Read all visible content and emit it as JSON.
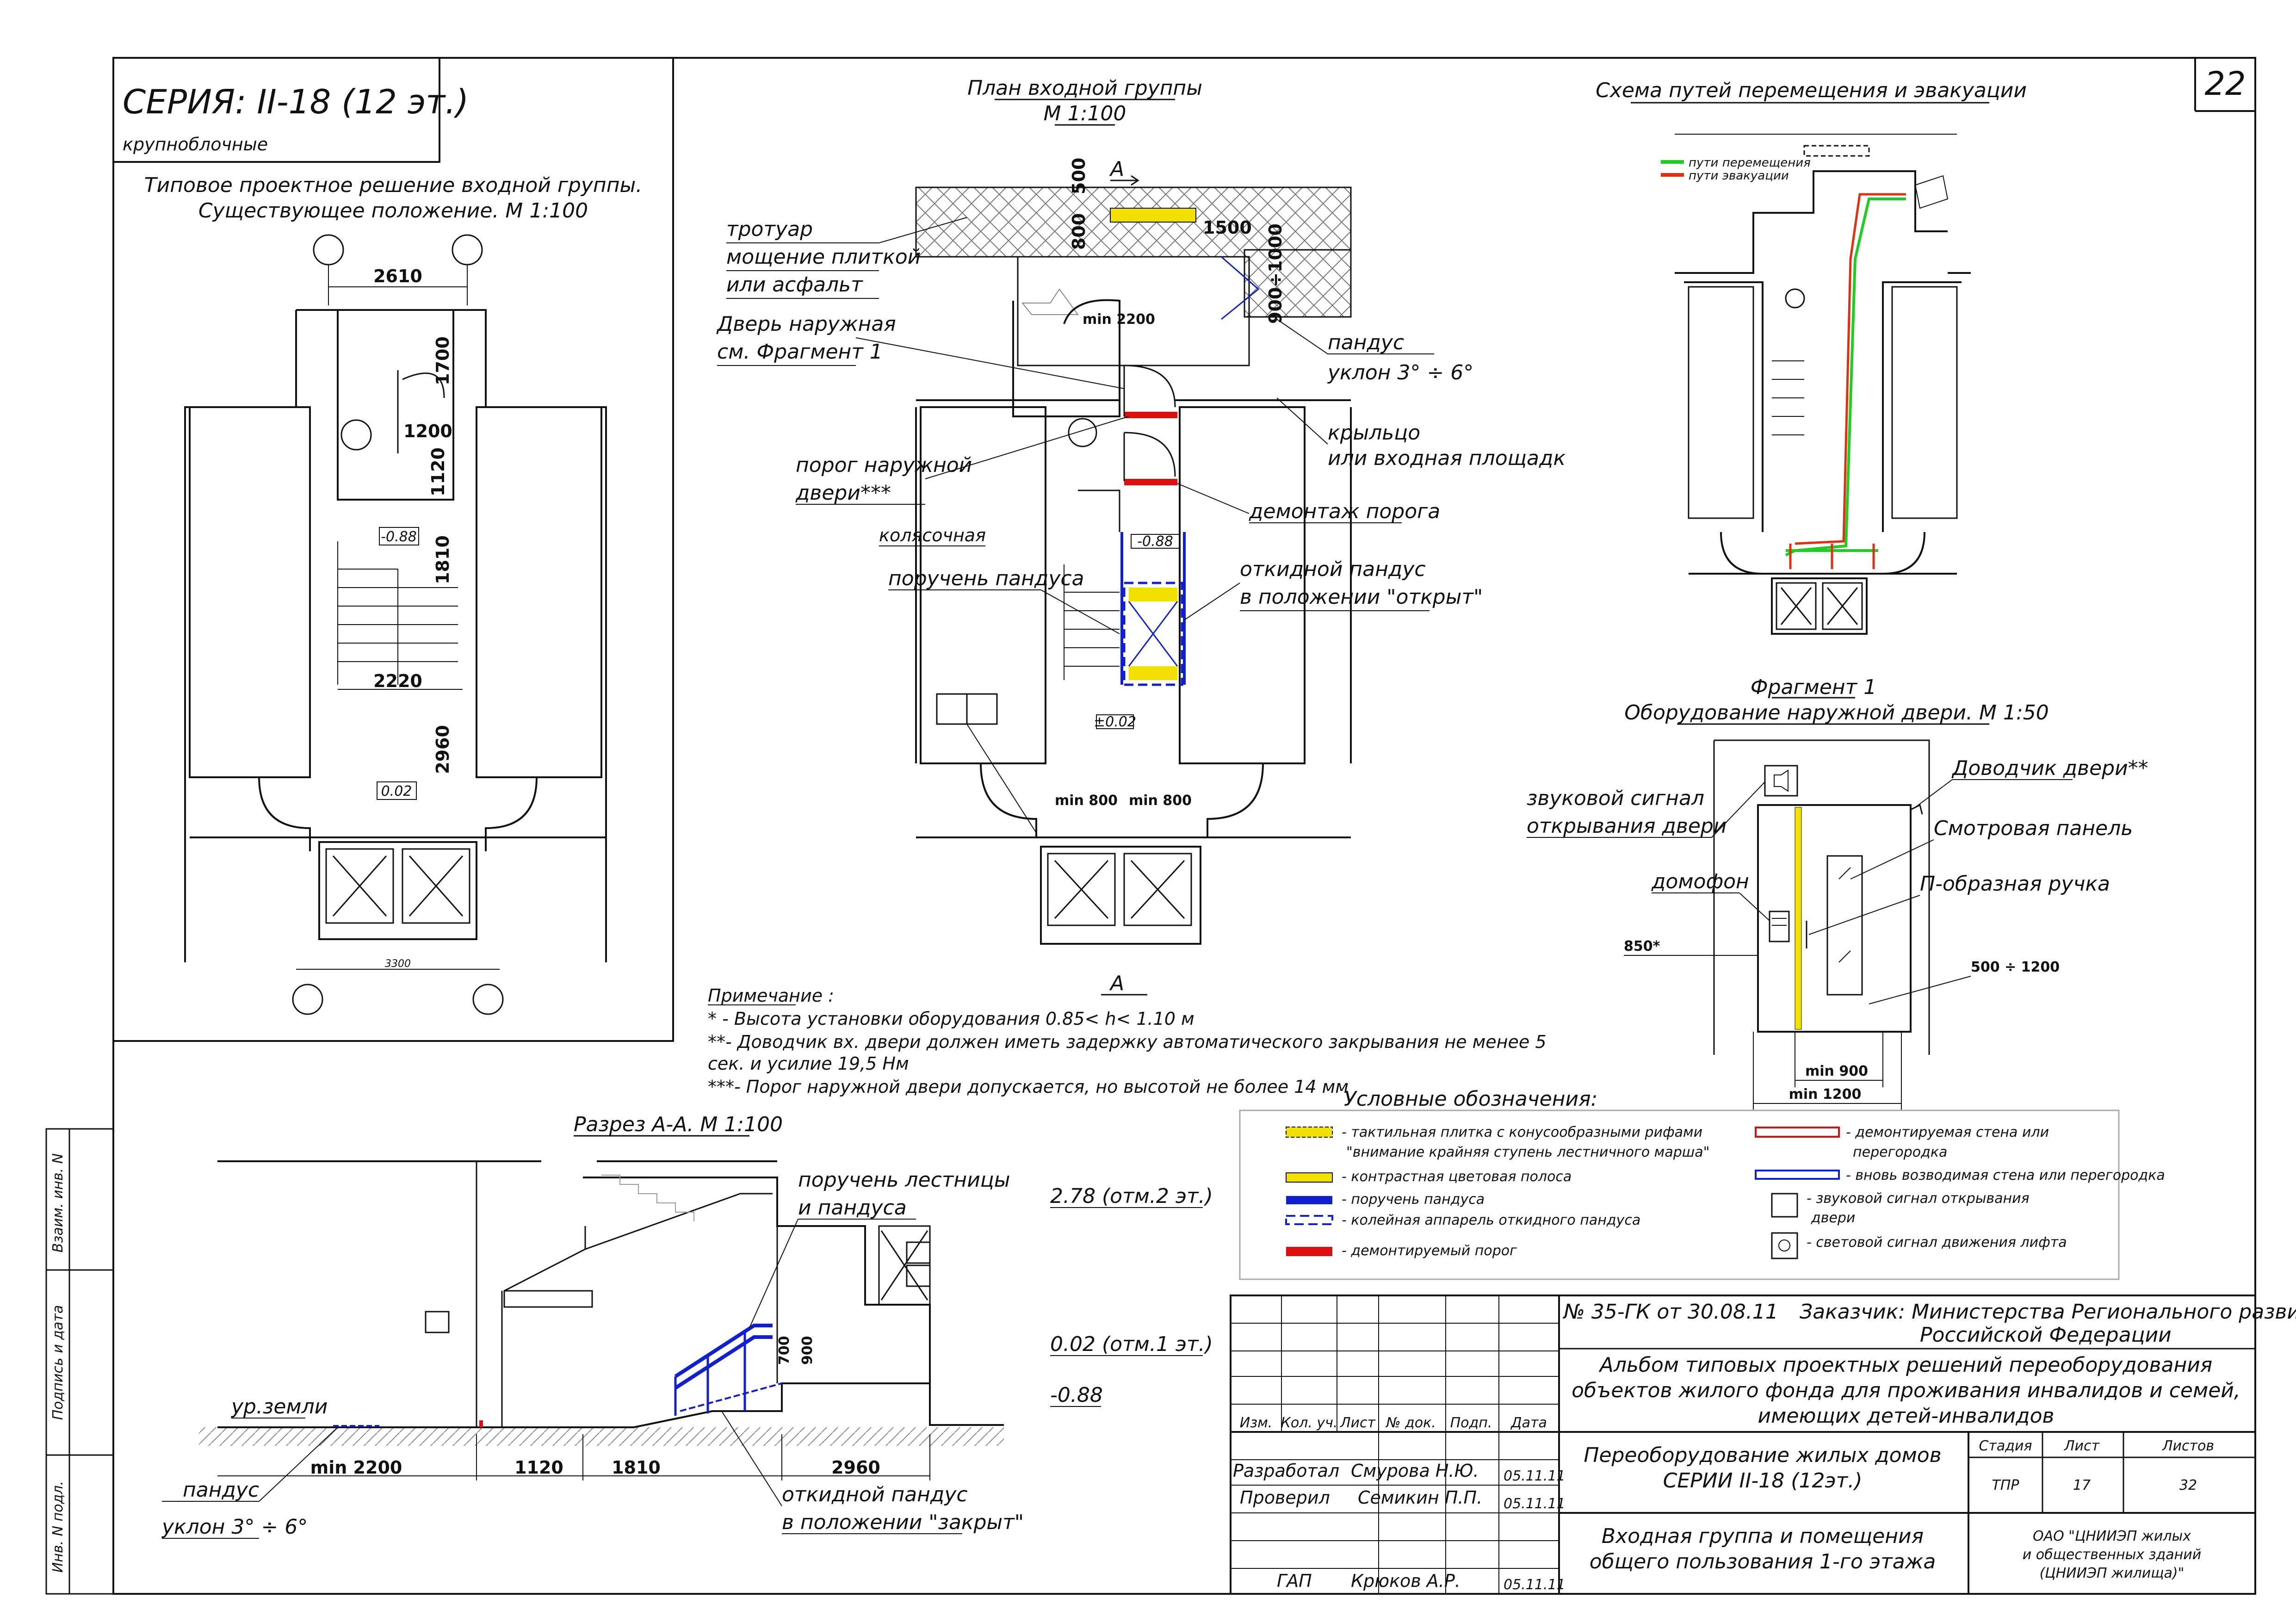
{
  "sheet_number": "22",
  "series": {
    "title": "СЕРИЯ: II-18 (12 эт.)",
    "subtitle": "крупноблочные"
  },
  "existing_plan": {
    "title1": "Типовое проектное решение входной группы.",
    "title2": "Существующее положение. М 1:100",
    "dims": [
      "2610",
      "1700",
      "1200",
      "1120",
      "1810",
      "2220",
      "2960",
      "3300"
    ],
    "level1": "-0.88",
    "level2": "0.02"
  },
  "entry_plan": {
    "title": "План входной группы",
    "scale": "М 1:100",
    "section_mark": "А",
    "dims": {
      "d500": "500",
      "d800": "800",
      "d1500": "1500",
      "d900_1000": "900÷1000",
      "min2200": "min 2200",
      "min800a": "min 800",
      "min800b": "min 800"
    },
    "levels": [
      "-0.88",
      "±0.02"
    ],
    "labels": {
      "sidewalk1": "тротуар",
      "sidewalk2": "мощение плиткой",
      "sidewalk3": "или асфальт",
      "door1": "Дверь наружная",
      "door2": "см. Фрагмент 1",
      "ramp1": "пандус",
      "ramp2": "уклон 3° ÷ 6°",
      "porch1": "крыльцо",
      "porch2": "или входная площадк",
      "threshold1": "порог наружной",
      "threshold2": "двери***",
      "demolish": "демонтаж порога",
      "stroller": "колясочная",
      "handrail": "поручень пандуса",
      "foldramp1": "откидной пандус",
      "foldramp2": "в положении \"открыт\""
    }
  },
  "evac_scheme": {
    "title": "Схема путей перемещения и эвакуации",
    "legend_move": "пути перемещения",
    "legend_evac": "пути эвакуации",
    "colors": {
      "move": "#22cc22",
      "evac": "#e03010"
    }
  },
  "fragment": {
    "title1": "Фрагмент 1",
    "title2": "Оборудование наружной двери. М 1:50",
    "labels": {
      "sound1": "звуковой сигнал",
      "sound2": "открывания двери",
      "closer": "Доводчик двери**",
      "panel": "Смотровая панель",
      "intercom": "домофон",
      "handle": "П-образная ручка",
      "h850": "850*",
      "r500": "500 ÷ 1200",
      "min900": "min 900",
      "min1200": "min 1200"
    }
  },
  "notes": {
    "header": "Примечание :",
    "n1": "* - Высота установки оборудования 0.85< h< 1.10 м",
    "n2": "**- Доводчик вх. двери должен иметь задержку автоматического закрывания не менее 5",
    "n2b": "сек. и усилие 19,5 Нм",
    "n3": "***- Порог наружной двери допускается, но высотой не более 14 мм"
  },
  "legend": {
    "title": "Условные обозначения:",
    "items": [
      "- тактильная плитка с конусообразными рифами",
      "\"внимание крайняя ступень лестничного марша\"",
      "- контрастная цветовая полоса",
      "- поручень пандуса",
      "- колейная аппарель откидного пандуса",
      "- демонтируемый порог",
      "- демонтируемая стена или",
      "перегородка",
      "- вновь возводимая стена или перегородка",
      "- звуковой сигнал открывания",
      "двери",
      "- световой сигнал движения лифта"
    ],
    "colors": {
      "tactile": "#f2e000",
      "contrast": "#f2e000",
      "handrail": "#1020d0",
      "ramp": "#1020d0",
      "threshold": "#dd1010",
      "demolish": "#dd1010",
      "newwall": "#1020d0"
    }
  },
  "section": {
    "title": "Разрез А-А.   М 1:100",
    "labels": {
      "handrail1": "поручень лестницы",
      "handrail2": "и пандуса",
      "lvl278": "2.78 (отм.2 эт.)",
      "lvl002": "0.02 (отм.1 эт.)",
      "lvl088": "-0.88",
      "ground": "ур.земли",
      "ramp1": "пандус",
      "ramp2": "уклон 3° ÷ 6°",
      "fold1": "откидной пандус",
      "fold2": "в положении \"закрыт\"",
      "h700": "700",
      "h900": "900"
    },
    "dims": [
      "min 2200",
      "1120",
      "1810",
      "2960"
    ]
  },
  "side_stamps": [
    "Взаим. инв. N",
    "Подпись и дата",
    "Инв. N подл."
  ],
  "title_block": {
    "doc": "№ 35-ГК от 30.08.11",
    "customer1": "Заказчик: Министерства Регионального развития",
    "customer2": "Российской Федерации",
    "album1": "Альбом типовых проектных решений переоборудования",
    "album2": "объектов жилого фонда для проживания инвалидов и семей,",
    "album3": "имеющих детей-инвалидов",
    "cols": [
      "Изм.",
      "Кол. уч.",
      "Лист",
      "№ док.",
      "Подп.",
      "Дата"
    ],
    "rows": [
      {
        "role": "Разработал",
        "name": "Смурова Н.Ю.",
        "date": "05.11.11"
      },
      {
        "role": "Проверил",
        "name": "Семикин П.П.",
        "date": "05.11.11"
      },
      {
        "role": "ГАП",
        "name": "Крюков А.Р.",
        "date": "05.11.11"
      }
    ],
    "project1": "Переоборудование жилых домов",
    "project2": "СЕРИИ II-18 (12эт.)",
    "sheet1": "Входная группа и помещения",
    "sheet2": "общего пользования 1-го этажа",
    "stage_h": "Стадия",
    "list_h": "Лист",
    "lists_h": "Листов",
    "stage": "ТПР",
    "list": "17",
    "lists": "32",
    "org1": "ОАО \"ЦНИИЭП жилых",
    "org2": "и общественных зданий",
    "org3": "(ЦНИИЭП жилища)\""
  }
}
